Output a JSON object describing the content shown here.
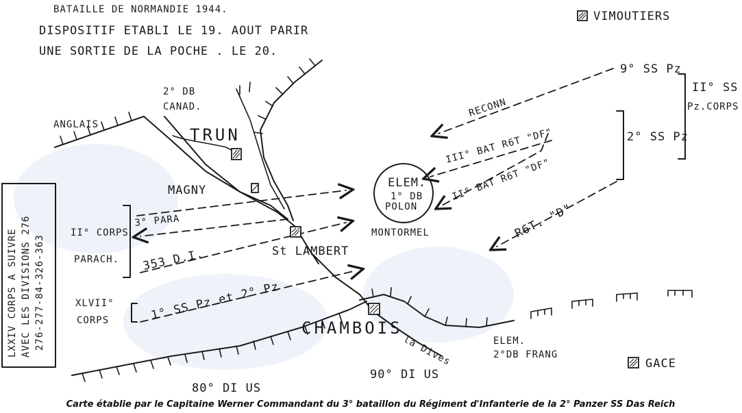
{
  "title": {
    "line1": "BATAILLE DE NORMANDIE 1944.",
    "line2": "DISPOSITIF ETABLI LE 19. AOUT PARIR",
    "line3": "UNE SORTIE DE LA POCHE . LE 20."
  },
  "places": {
    "vimoutiers": "VIMOUTIERS",
    "trun": "TRUN",
    "magny": "MAGNY",
    "st_lambert": "St LAMBERT",
    "montormel": "MONTORMEL",
    "chambois": "CHAMBOIS",
    "la_dives": "la Dives",
    "gace": "GACE"
  },
  "allied_units": {
    "db2_canad_line1": "2° DB",
    "db2_canad_line2": "CANAD.",
    "anglais": "ANGLAIS",
    "polish_line1": "ELEM.",
    "polish_line2": "1° DB",
    "polish_line3": "POLON",
    "frang_line1": "ELEM.",
    "frang_line2": "2°DB FRANG",
    "us80": "80° DI US",
    "us90": "90° DI US"
  },
  "german_units": {
    "ss9": "9° SS Pz",
    "ss2pz": "2° SS Pz",
    "corps2ss_line1": "II° SS",
    "corps2ss_line2": "Pz.CORPS",
    "reconn": "RECONN",
    "bat3": "III° BAT  R6T \"DF\"",
    "bat2": "II° BAT  R6T \"DF\"",
    "rgt_d": "R6T. \"D\"",
    "para3": "3° PARA",
    "corps2_para_line1": "II° CORPS",
    "corps2_para_line2": "PARACH.",
    "di353": "353 D.I.",
    "xlvii_line1": "XLVII°",
    "xlvii_line2": "CORPS",
    "ss1pz": "1° SS  Pz et 2° Pz",
    "lxxiv_line1": "LXXIV CORPS A SUIVRE",
    "lxxiv_line2": "AVEC LES DIVISIONS 276",
    "lxxiv_line3": "276-277-84-326-363"
  },
  "caption": "Carte établie par le Capitaine Werner Commandant du 3° bataillon du Régiment d'Infanterie de la 2° Panzer SS Das Reich"
}
